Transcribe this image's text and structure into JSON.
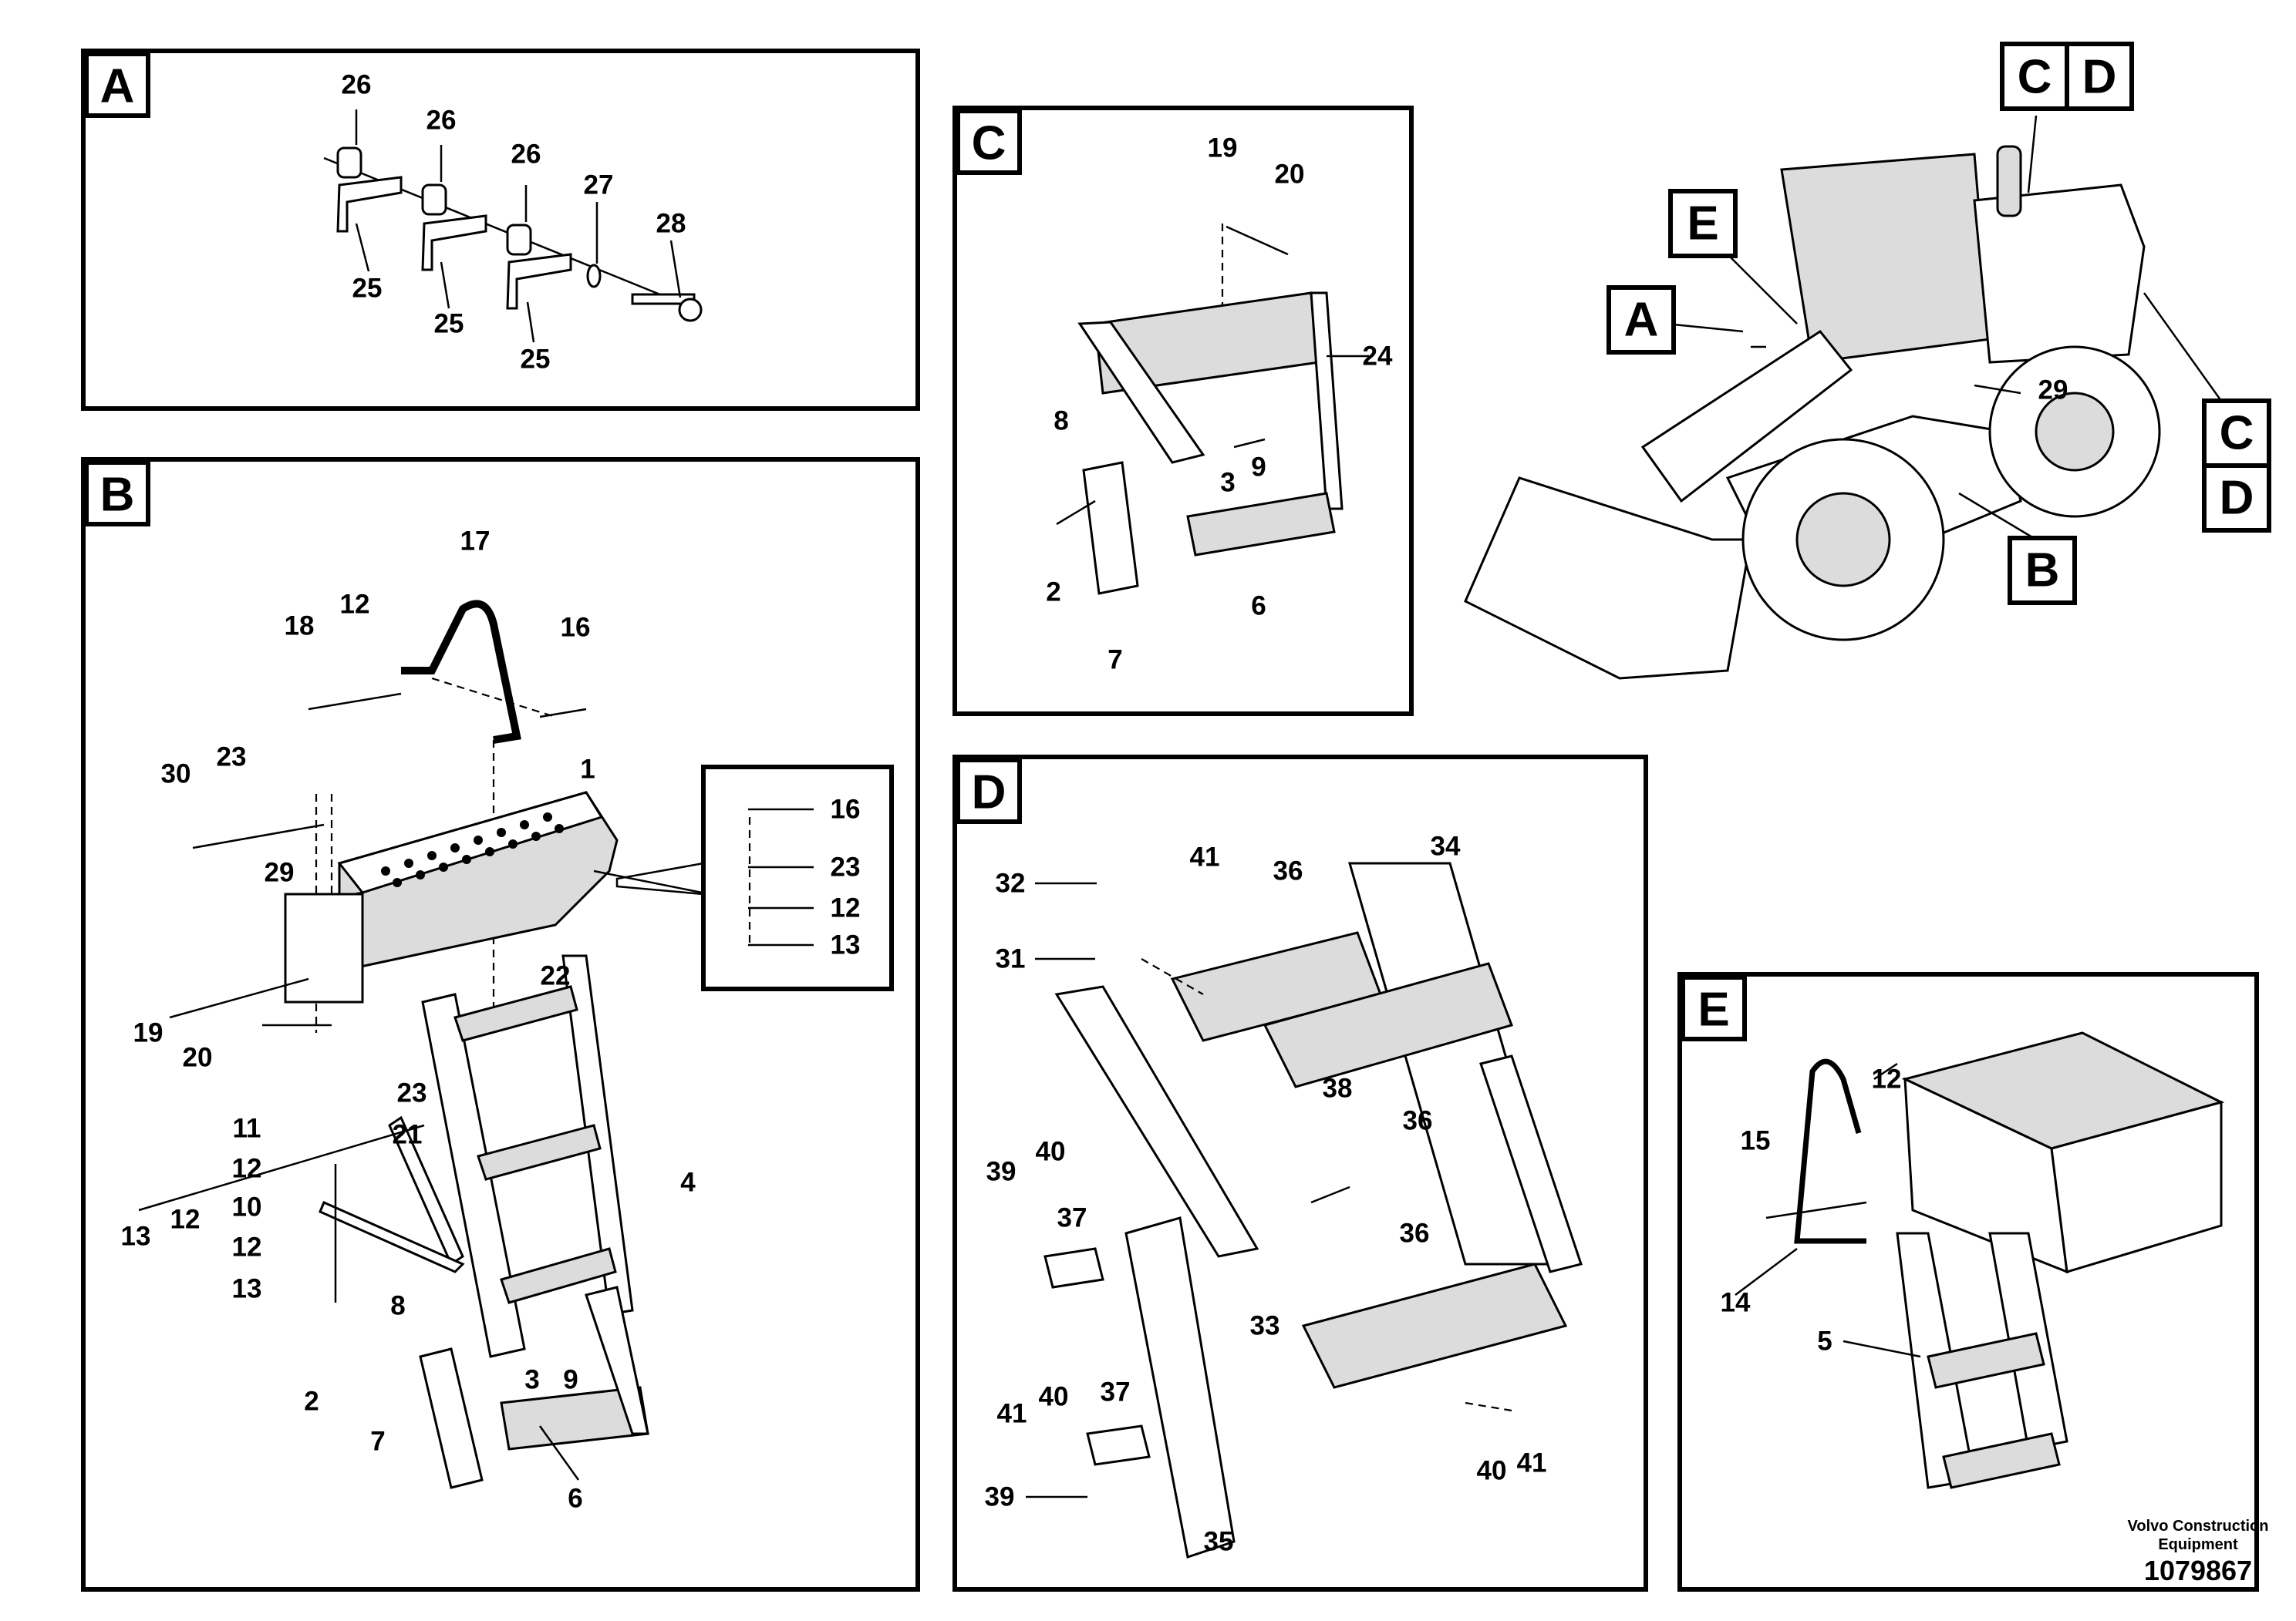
{
  "views": [
    {
      "id": "A",
      "tag": "A"
    },
    {
      "id": "B",
      "tag": "B"
    },
    {
      "id": "C",
      "tag": "C"
    },
    {
      "id": "D",
      "tag": "D"
    },
    {
      "id": "E",
      "tag": "E"
    }
  ],
  "machine_callouts": [
    "C",
    "D",
    "E",
    "A",
    "C",
    "D",
    "B"
  ],
  "machine_part_label": "29",
  "callouts": {
    "A": [
      "26",
      "26",
      "26",
      "27",
      "28",
      "25",
      "25",
      "25"
    ],
    "B": [
      "17",
      "18",
      "12",
      "16",
      "30",
      "23",
      "1",
      "29",
      "22",
      "19",
      "20",
      "23",
      "21",
      "11",
      "12",
      "10",
      "12",
      "13",
      "13",
      "12",
      "4",
      "8",
      "2",
      "3",
      "9",
      "7",
      "6"
    ],
    "B_detail": [
      "16",
      "23",
      "12",
      "13"
    ],
    "C": [
      "19",
      "20",
      "24",
      "8",
      "3",
      "9",
      "2",
      "7",
      "6"
    ],
    "D": [
      "32",
      "41",
      "36",
      "34",
      "31",
      "39",
      "40",
      "36",
      "38",
      "37",
      "33",
      "41",
      "40",
      "36",
      "37",
      "39",
      "35",
      "40",
      "41"
    ],
    "E": [
      "12",
      "15",
      "14",
      "5"
    ]
  },
  "footer": {
    "company_line1": "Volvo Construction",
    "company_line2": "Equipment",
    "doc_number": "1079867"
  }
}
